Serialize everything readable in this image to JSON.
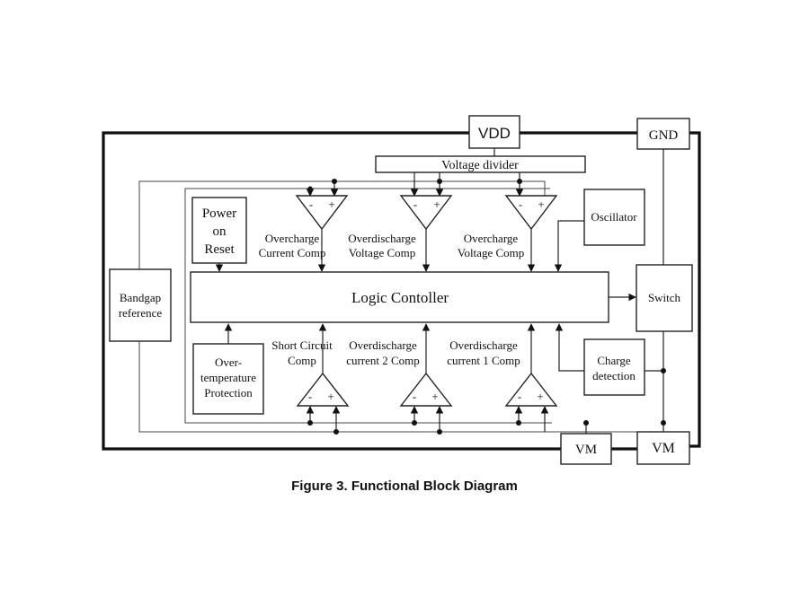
{
  "blocks": {
    "vdd": "VDD",
    "gnd": "GND",
    "voltage_divider": "Voltage divider",
    "power_on_reset": [
      "Power",
      "on",
      "Reset"
    ],
    "oscillator": "Oscillator",
    "bandgap": [
      "Bandgap",
      "reference"
    ],
    "logic_controller": "Logic Contoller",
    "switch": "Switch",
    "over_temp": [
      "Over-",
      "temperature",
      "Protection"
    ],
    "charge_detection": [
      "Charge",
      "detection"
    ],
    "vm_left": "VM",
    "vm_right": "VM"
  },
  "comparators": {
    "top": [
      {
        "label": [
          "Overcharge",
          "Current Comp"
        ],
        "minus": "-",
        "plus": "+"
      },
      {
        "label": [
          "Overdischarge",
          "Voltage Comp"
        ],
        "minus": "-",
        "plus": "+"
      },
      {
        "label": [
          "Overcharge",
          "Voltage Comp"
        ],
        "minus": "-",
        "plus": "+"
      }
    ],
    "bottom": [
      {
        "label": [
          "Short Circuit",
          "Comp"
        ],
        "minus": "-",
        "plus": "+"
      },
      {
        "label": [
          "Overdischarge",
          "current 2 Comp"
        ],
        "minus": "-",
        "plus": "+"
      },
      {
        "label": [
          "Overdischarge",
          "current 1 Comp"
        ],
        "minus": "-",
        "plus": "+"
      }
    ]
  },
  "caption": "Figure 3. Functional Block Diagram"
}
